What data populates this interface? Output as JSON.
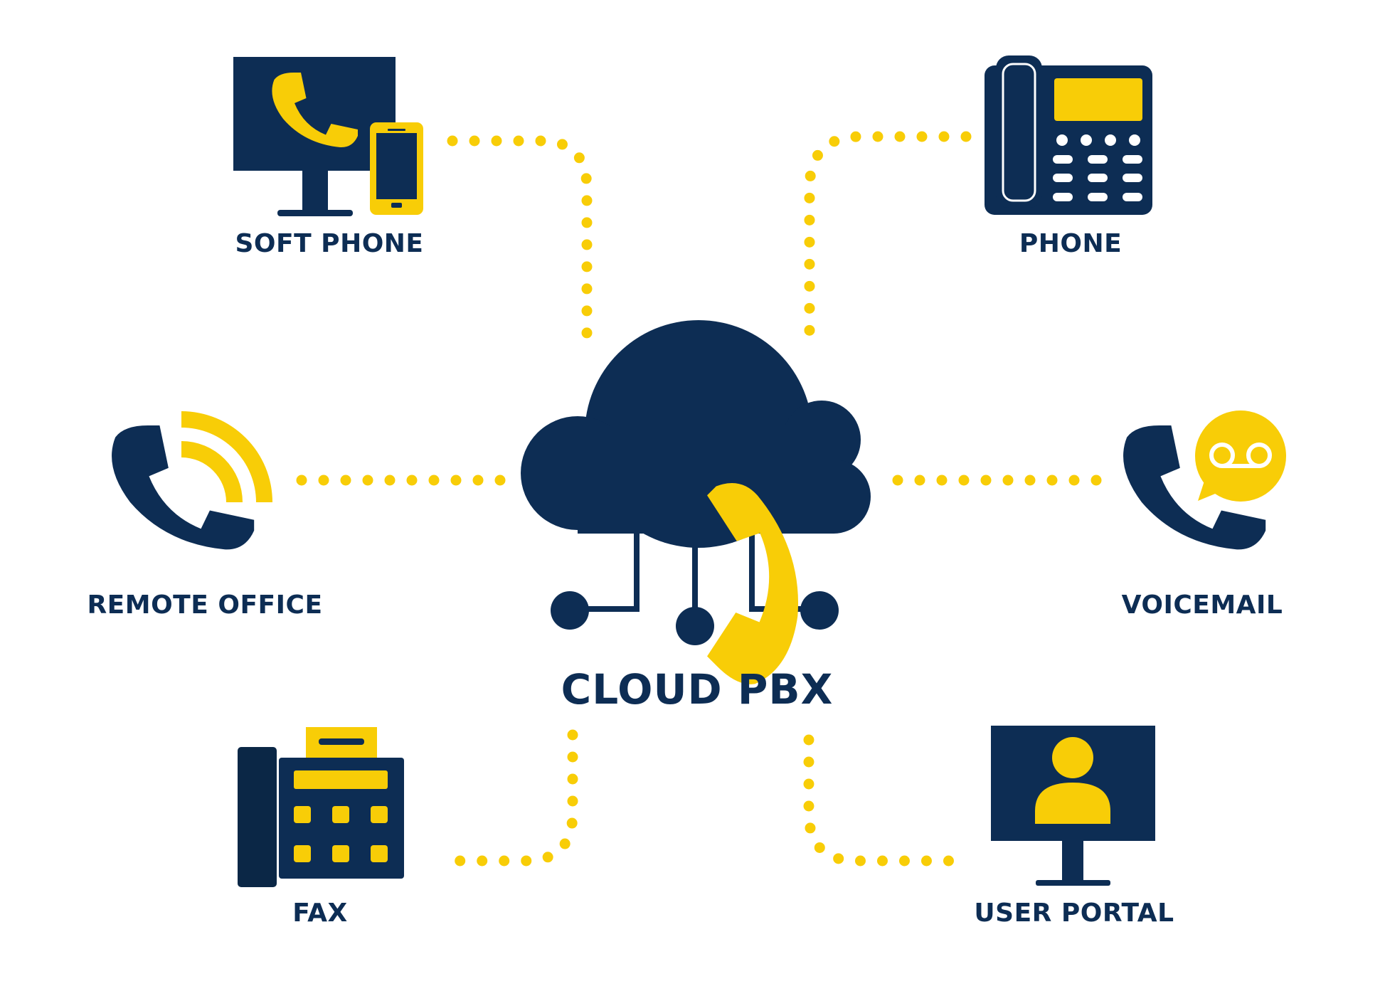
{
  "colors": {
    "navy": "#0d2d54",
    "navy_dark": "#0b2746",
    "yellow": "#f8cd07",
    "white": "#ffffff"
  },
  "center": {
    "label": "CLOUD PBX",
    "icon": "cloud-phone-icon"
  },
  "nodes": [
    {
      "id": "soft-phone",
      "label": "SOFT PHONE",
      "icon": "desktop-mobile-phone-icon"
    },
    {
      "id": "phone",
      "label": "PHONE",
      "icon": "desk-phone-icon"
    },
    {
      "id": "remote-office",
      "label": "REMOTE OFFICE",
      "icon": "phone-signal-icon"
    },
    {
      "id": "voicemail",
      "label": "VOICEMAIL",
      "icon": "voicemail-icon"
    },
    {
      "id": "fax",
      "label": "FAX",
      "icon": "fax-machine-icon"
    },
    {
      "id": "user-portal",
      "label": "USER PORTAL",
      "icon": "user-monitor-icon"
    }
  ],
  "connector_style": "dotted"
}
